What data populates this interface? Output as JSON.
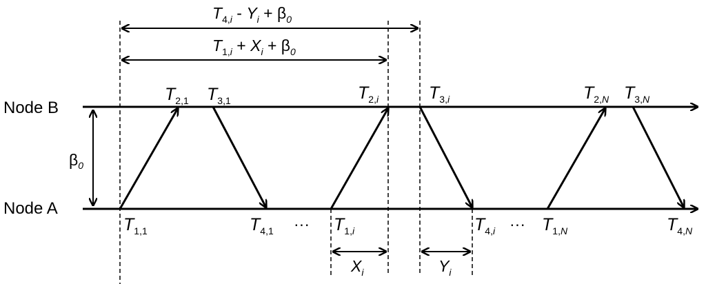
{
  "nodes": {
    "b": "Node B",
    "a": "Node A"
  },
  "beta": {
    "sym": "β",
    "sub": "0"
  },
  "dims": {
    "top": {
      "t": "T",
      "sub": "4,",
      "subi": "i",
      "y": "Y",
      "yi": "i",
      "rest": " + β",
      "b0": "0",
      "minus": " - "
    },
    "second": {
      "t": "T",
      "sub": "1,",
      "subi": "i",
      "x": "X",
      "xi": "i",
      "rest": " + β",
      "b0": "0",
      "plus": " + "
    },
    "x": {
      "sym": "X",
      "sub": "i"
    },
    "y": {
      "sym": "Y",
      "sub": "i"
    }
  },
  "labels": {
    "t21": {
      "main": "T",
      "sub": "2,1"
    },
    "t31": {
      "main": "T",
      "sub": "3,1"
    },
    "t2i": {
      "main": "T",
      "sub": "2,",
      "subi": "i"
    },
    "t3i": {
      "main": "T",
      "sub": "3,",
      "subi": "i"
    },
    "t2n": {
      "main": "T",
      "sub": "2,",
      "subi": "N"
    },
    "t3n": {
      "main": "T",
      "sub": "3,",
      "subi": "N"
    },
    "t11": {
      "main": "T",
      "sub": "1,1"
    },
    "t41": {
      "main": "T",
      "sub": "4,1"
    },
    "t1i": {
      "main": "T",
      "sub": "1,",
      "subi": "i"
    },
    "t4i": {
      "main": "T",
      "sub": "4,",
      "subi": "i"
    },
    "t1n": {
      "main": "T",
      "sub": "1,",
      "subi": "N"
    },
    "t4n": {
      "main": "T",
      "sub": "4,",
      "subi": "N"
    }
  },
  "ellipsis": "···"
}
